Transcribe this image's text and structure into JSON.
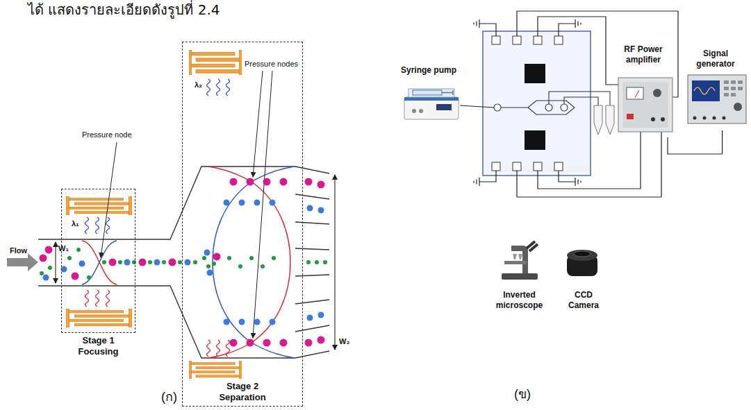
{
  "diagram": {
    "nodes": [
      {
        "text": [
          "Stage 1 Focusing"
        ]
      },
      {
        "text": [
          "Stage 2 Separation"
        ]
      },
      {
        "text": [
          "Syringe pump"
        ]
      },
      {
        "text": [
          "RF Power amplifier"
        ]
      },
      {
        "text": [
          "Signal generator"
        ]
      },
      {
        "text": [
          "Inverted microscope"
        ]
      },
      {
        "text": [
          "CCD Camera"
        ]
      }
    ],
    "edges": [
      {
        "from": 3,
        "to": 4,
        "arrow": "none"
      }
    ],
    "labels": [
      "ได้ แสดงรายละเอียดดังรูปที่ 2.4",
      "Flow",
      "W₁",
      "λ₁",
      "Pressure node",
      "Pressure nodes",
      "λ₂",
      "W₂",
      "(ก)",
      "(ข)"
    ]
  }
}
